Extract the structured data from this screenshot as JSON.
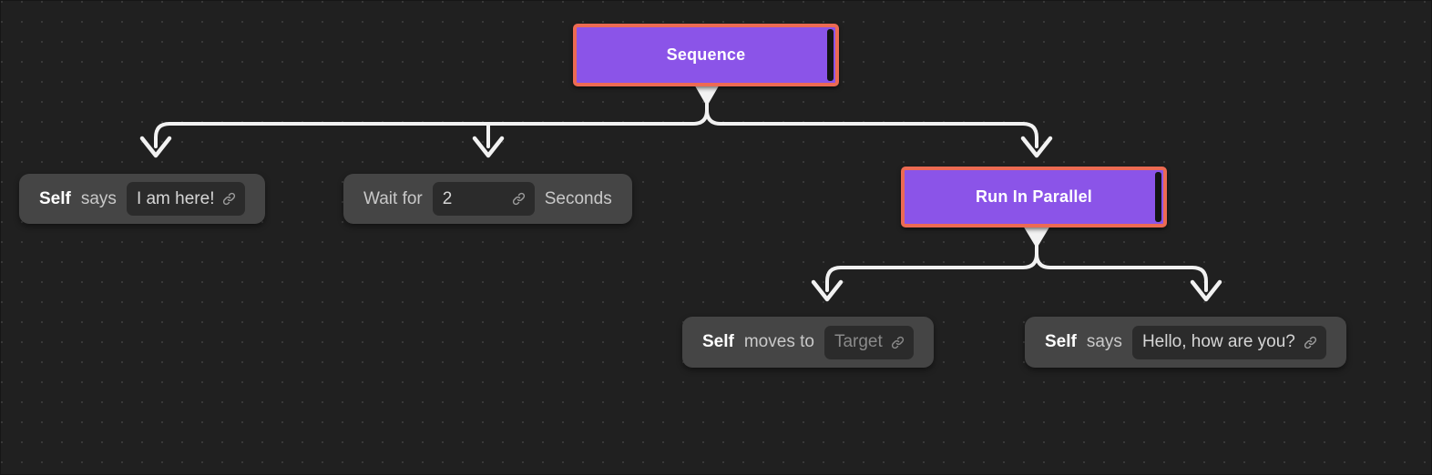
{
  "canvas": {
    "name": "behavior-tree-canvas",
    "background_color": "#202020",
    "dot_color": "#3a3a3a"
  },
  "theme": {
    "composite_fill": "#8b54e8",
    "composite_selected_border": "#ec6a53",
    "action_fill": "#454545",
    "field_fill": "#2b2b2b",
    "wire_color": "#f2f2f2",
    "text_primary": "#ffffff",
    "text_secondary": "#c9c9c9",
    "text_placeholder": "#8a8a8a"
  },
  "nodes": [
    {
      "id": "sequence",
      "kind": "composite",
      "title": "Sequence",
      "selected": true
    },
    {
      "id": "self-says-here",
      "kind": "action",
      "tokens": [
        {
          "type": "text",
          "value": "Self",
          "strong": true
        },
        {
          "type": "text",
          "value": "says",
          "strong": false
        },
        {
          "type": "field",
          "value": "I am here!",
          "placeholder": false,
          "icon": "link-icon"
        }
      ]
    },
    {
      "id": "wait-for-seconds",
      "kind": "action",
      "tokens": [
        {
          "type": "text",
          "value": "Wait for",
          "strong": false
        },
        {
          "type": "field",
          "value": "2",
          "placeholder": false,
          "numeric": true,
          "icon": "link-icon"
        },
        {
          "type": "text",
          "value": "Seconds",
          "strong": false
        }
      ]
    },
    {
      "id": "run-in-parallel",
      "kind": "composite",
      "title": "Run In Parallel",
      "selected": true
    },
    {
      "id": "self-moves-to-target",
      "kind": "action",
      "tokens": [
        {
          "type": "text",
          "value": "Self",
          "strong": true
        },
        {
          "type": "text",
          "value": "moves to",
          "strong": false
        },
        {
          "type": "field",
          "value": "Target",
          "placeholder": true,
          "icon": "link-icon"
        }
      ]
    },
    {
      "id": "self-says-hello",
      "kind": "action",
      "tokens": [
        {
          "type": "text",
          "value": "Self",
          "strong": true
        },
        {
          "type": "text",
          "value": "says",
          "strong": false
        },
        {
          "type": "field",
          "value": "Hello, how are you?",
          "placeholder": false,
          "icon": "link-icon"
        }
      ]
    }
  ],
  "labels": {
    "sequence_title": "Sequence",
    "run_in_parallel_title": "Run In Parallel",
    "n1_self": "Self",
    "n1_says": "says",
    "n1_value": "I am here!",
    "n2_wait_for": "Wait for",
    "n2_value": "2",
    "n2_seconds": "Seconds",
    "n3_self": "Self",
    "n3_moves_to": "moves to",
    "n3_value": "Target",
    "n4_self": "Self",
    "n4_says": "says",
    "n4_value": "Hello, how are you?"
  }
}
